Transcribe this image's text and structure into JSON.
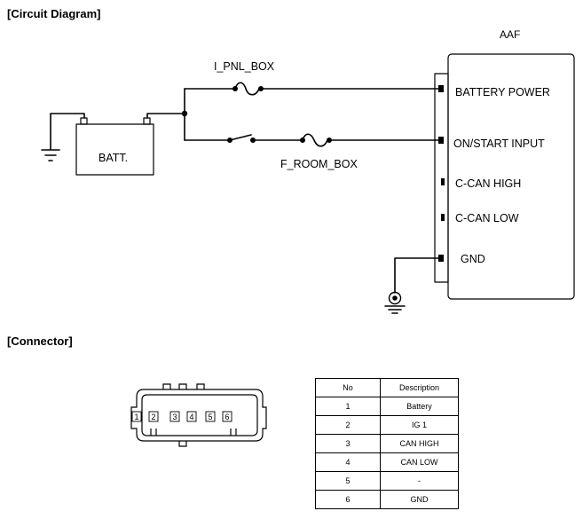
{
  "titles": {
    "circuit": "[Circuit Diagram]",
    "connector": "[Connector]"
  },
  "module": {
    "name": "AAF",
    "pins": [
      "BATTERY POWER",
      "ON/START INPUT",
      "C-CAN HIGH",
      "C-CAN LOW",
      "GND"
    ]
  },
  "battery": {
    "label": "BATT."
  },
  "fuses": {
    "upper": "I_PNL_BOX",
    "lower": "F_ROOM_BOX"
  },
  "connector": {
    "pin_numbers": [
      "1",
      "2",
      "3",
      "4",
      "5",
      "6"
    ]
  },
  "pin_table": {
    "headers": [
      "No",
      "Description"
    ],
    "rows": [
      [
        "1",
        "Battery"
      ],
      [
        "2",
        "IG 1"
      ],
      [
        "3",
        "CAN HIGH"
      ],
      [
        "4",
        "CAN LOW"
      ],
      [
        "5",
        "-"
      ],
      [
        "6",
        "GND"
      ]
    ]
  }
}
